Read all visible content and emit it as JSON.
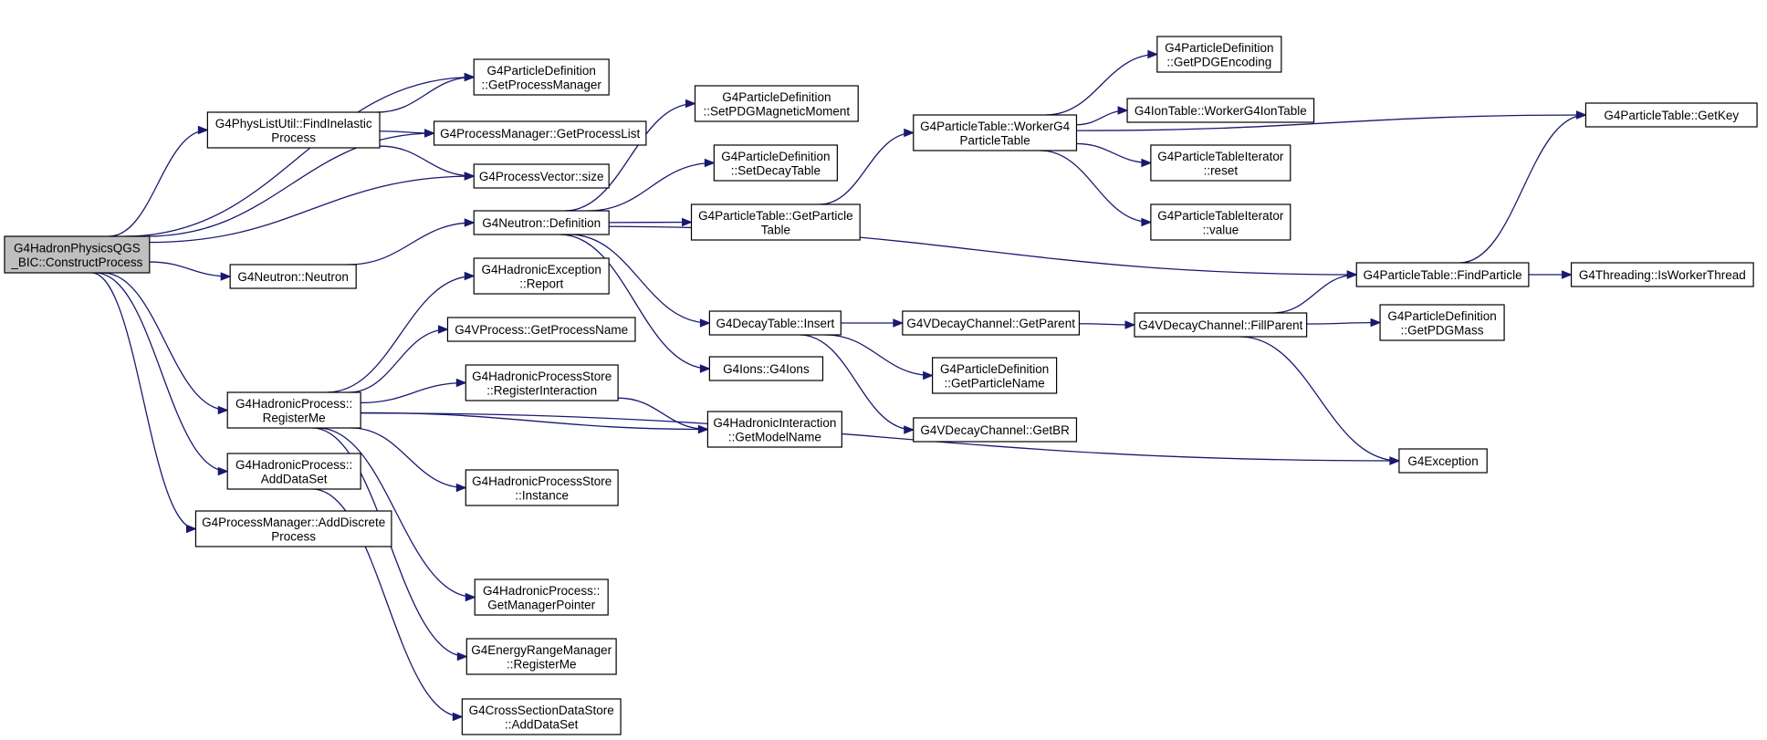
{
  "colors": {
    "edge": "#191970",
    "node_border": "#000000",
    "node_fill": "#ffffff",
    "root_fill": "#bfbfbf"
  },
  "nodes": [
    {
      "id": "root",
      "lines": [
        "G4HadronPhysicsQGS",
        "_BIC::ConstructProcess"
      ],
      "root": true
    },
    {
      "id": "getProcMgr",
      "lines": [
        "G4ParticleDefinition",
        "::GetProcessManager"
      ]
    },
    {
      "id": "findInelastic",
      "lines": [
        "G4PhysListUtil::FindInelastic",
        "Process"
      ]
    },
    {
      "id": "getProcList",
      "lines": [
        "G4ProcessManager::GetProcessList"
      ]
    },
    {
      "id": "pvSize",
      "lines": [
        "G4ProcessVector::size"
      ]
    },
    {
      "id": "neutronCtor",
      "lines": [
        "G4Neutron::Neutron"
      ]
    },
    {
      "id": "neutronDef",
      "lines": [
        "G4Neutron::Definition"
      ]
    },
    {
      "id": "setPDGMag",
      "lines": [
        "G4ParticleDefinition",
        "::SetPDGMagneticMoment"
      ]
    },
    {
      "id": "setDecayTable",
      "lines": [
        "G4ParticleDefinition",
        "::SetDecayTable"
      ]
    },
    {
      "id": "getPT",
      "lines": [
        "G4ParticleTable::GetParticle",
        "Table"
      ]
    },
    {
      "id": "workerPT",
      "lines": [
        "G4ParticleTable::WorkerG4",
        "ParticleTable"
      ]
    },
    {
      "id": "getPDGEnc",
      "lines": [
        "G4ParticleDefinition",
        "::GetPDGEncoding"
      ]
    },
    {
      "id": "ionWorker",
      "lines": [
        "G4IonTable::WorkerG4IonTable"
      ]
    },
    {
      "id": "ptiReset",
      "lines": [
        "G4ParticleTableIterator",
        "::reset"
      ]
    },
    {
      "id": "ptiValue",
      "lines": [
        "G4ParticleTableIterator",
        "::value"
      ]
    },
    {
      "id": "getKey",
      "lines": [
        "G4ParticleTable::GetKey"
      ]
    },
    {
      "id": "findParticle",
      "lines": [
        "G4ParticleTable::FindParticle"
      ]
    },
    {
      "id": "isWorker",
      "lines": [
        "G4Threading::IsWorkerThread"
      ]
    },
    {
      "id": "hadExcReport",
      "lines": [
        "G4HadronicException",
        "::Report"
      ]
    },
    {
      "id": "vpGetName",
      "lines": [
        "G4VProcess::GetProcessName"
      ]
    },
    {
      "id": "dtInsert",
      "lines": [
        "G4DecayTable::Insert"
      ]
    },
    {
      "id": "vdcGetParent",
      "lines": [
        "G4VDecayChannel::GetParent"
      ]
    },
    {
      "id": "vdcFillParent",
      "lines": [
        "G4VDecayChannel::FillParent"
      ]
    },
    {
      "id": "getPDGMass",
      "lines": [
        "G4ParticleDefinition",
        "::GetPDGMass"
      ]
    },
    {
      "id": "ionsCtor",
      "lines": [
        "G4Ions::G4Ions"
      ]
    },
    {
      "id": "getPName",
      "lines": [
        "G4ParticleDefinition",
        "::GetParticleName"
      ]
    },
    {
      "id": "hpsRegInter",
      "lines": [
        "G4HadronicProcessStore",
        "::RegisterInteraction"
      ]
    },
    {
      "id": "hpRegMe",
      "lines": [
        "G4HadronicProcess::",
        "RegisterMe"
      ]
    },
    {
      "id": "hiGetModel",
      "lines": [
        "G4HadronicInteraction",
        "::GetModelName"
      ]
    },
    {
      "id": "vdcGetBR",
      "lines": [
        "G4VDecayChannel::GetBR"
      ]
    },
    {
      "id": "g4exc",
      "lines": [
        "G4Exception"
      ]
    },
    {
      "id": "hpAddDS",
      "lines": [
        "G4HadronicProcess::",
        "AddDataSet"
      ]
    },
    {
      "id": "hpsInstance",
      "lines": [
        "G4HadronicProcessStore",
        "::Instance"
      ]
    },
    {
      "id": "pmAddDiscrete",
      "lines": [
        "G4ProcessManager::AddDiscrete",
        "Process"
      ]
    },
    {
      "id": "hpGetMgr",
      "lines": [
        "G4HadronicProcess::",
        "GetManagerPointer"
      ]
    },
    {
      "id": "ermRegMe",
      "lines": [
        "G4EnergyRangeManager",
        "::RegisterMe"
      ]
    },
    {
      "id": "csdsAddDS",
      "lines": [
        "G4CrossSectionDataStore",
        "::AddDataSet"
      ]
    }
  ],
  "edges": [
    [
      "root",
      "getProcMgr"
    ],
    [
      "root",
      "findInelastic"
    ],
    [
      "root",
      "getProcList"
    ],
    [
      "root",
      "pvSize"
    ],
    [
      "root",
      "neutronCtor"
    ],
    [
      "root",
      "hpRegMe"
    ],
    [
      "root",
      "hpAddDS"
    ],
    [
      "root",
      "pmAddDiscrete"
    ],
    [
      "findInelastic",
      "getProcMgr"
    ],
    [
      "findInelastic",
      "getProcList"
    ],
    [
      "findInelastic",
      "pvSize"
    ],
    [
      "neutronCtor",
      "neutronDef"
    ],
    [
      "neutronDef",
      "setPDGMag"
    ],
    [
      "neutronDef",
      "setDecayTable"
    ],
    [
      "neutronDef",
      "getPT"
    ],
    [
      "neutronDef",
      "findParticle"
    ],
    [
      "neutronDef",
      "dtInsert"
    ],
    [
      "neutronDef",
      "ionsCtor"
    ],
    [
      "getPT",
      "workerPT"
    ],
    [
      "workerPT",
      "getPDGEnc"
    ],
    [
      "workerPT",
      "ionWorker"
    ],
    [
      "workerPT",
      "ptiReset"
    ],
    [
      "workerPT",
      "ptiValue"
    ],
    [
      "workerPT",
      "getKey"
    ],
    [
      "findParticle",
      "getKey"
    ],
    [
      "findParticle",
      "isWorker"
    ],
    [
      "dtInsert",
      "vdcGetParent"
    ],
    [
      "dtInsert",
      "getPName"
    ],
    [
      "dtInsert",
      "vdcGetBR"
    ],
    [
      "vdcGetParent",
      "vdcFillParent"
    ],
    [
      "vdcFillParent",
      "findParticle"
    ],
    [
      "vdcFillParent",
      "getPDGMass"
    ],
    [
      "vdcFillParent",
      "g4exc"
    ],
    [
      "hpRegMe",
      "hadExcReport"
    ],
    [
      "hpRegMe",
      "vpGetName"
    ],
    [
      "hpRegMe",
      "hpsRegInter"
    ],
    [
      "hpRegMe",
      "hiGetModel"
    ],
    [
      "hpRegMe",
      "hpsInstance"
    ],
    [
      "hpRegMe",
      "g4exc"
    ],
    [
      "hpRegMe",
      "hpGetMgr"
    ],
    [
      "hpRegMe",
      "ermRegMe"
    ],
    [
      "hpsRegInter",
      "hiGetModel"
    ],
    [
      "hpAddDS",
      "csdsAddDS"
    ]
  ]
}
